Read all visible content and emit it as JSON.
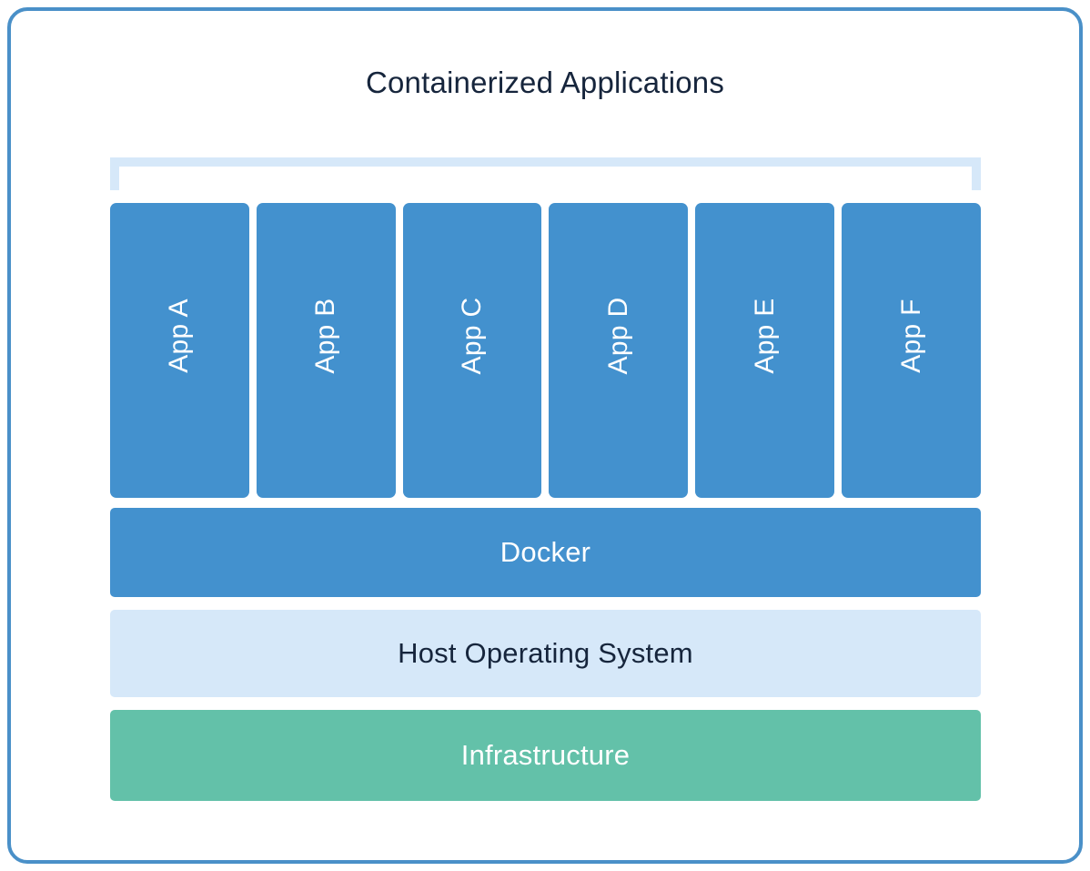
{
  "diagram": {
    "title": "Containerized Applications",
    "type": "docker-architecture-stack",
    "frame_color": "#4a90c8",
    "background_color": "#ffffff"
  },
  "container_bracket": {
    "name": "containerized-applications-bracket",
    "color": "#d6e8f9"
  },
  "apps": [
    {
      "label": "App A",
      "color": "#4391ce",
      "text_color": "#ffffff"
    },
    {
      "label": "App B",
      "color": "#4391ce",
      "text_color": "#ffffff"
    },
    {
      "label": "App C",
      "color": "#4391ce",
      "text_color": "#ffffff"
    },
    {
      "label": "App D",
      "color": "#4391ce",
      "text_color": "#ffffff"
    },
    {
      "label": "App E",
      "color": "#4391ce",
      "text_color": "#ffffff"
    },
    {
      "label": "App F",
      "color": "#4391ce",
      "text_color": "#ffffff"
    }
  ],
  "layers": [
    {
      "label": "Docker",
      "color": "#4391ce",
      "text_color": "#ffffff"
    },
    {
      "label": "Host Operating System",
      "color": "#d6e8f9",
      "text_color": "#16253c"
    },
    {
      "label": "Infrastructure",
      "color": "#63c1a9",
      "text_color": "#ffffff"
    }
  ]
}
